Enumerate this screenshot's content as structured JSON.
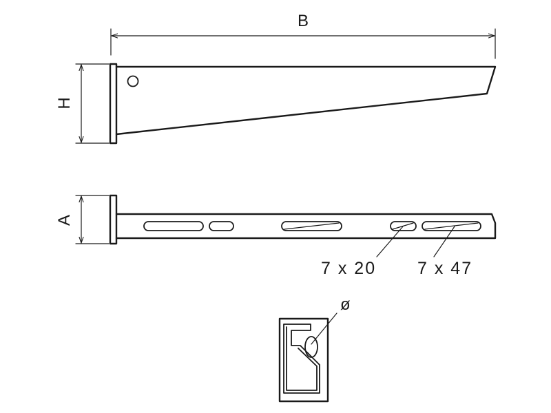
{
  "labels": {
    "width": "B",
    "height": "H",
    "depth": "A",
    "slot_small": "7 x 20",
    "slot_large": "7 x 47",
    "diameter": "ø"
  }
}
